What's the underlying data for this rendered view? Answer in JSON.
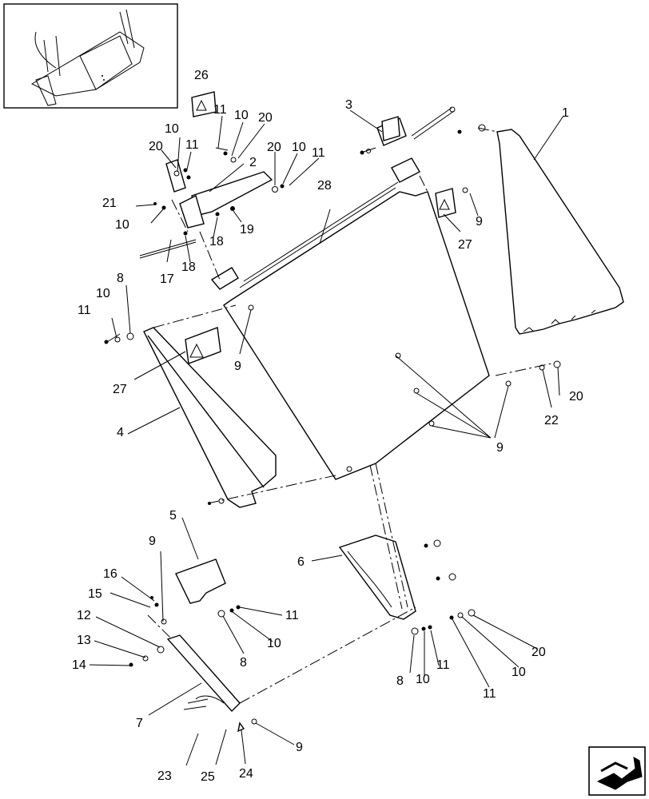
{
  "callouts": [
    {
      "id": "c1",
      "text": "1"
    },
    {
      "id": "c2",
      "text": "2"
    },
    {
      "id": "c3",
      "text": "3"
    },
    {
      "id": "c4",
      "text": "4"
    },
    {
      "id": "c5",
      "text": "5"
    },
    {
      "id": "c6",
      "text": "6"
    },
    {
      "id": "c7",
      "text": "7"
    },
    {
      "id": "c8a",
      "text": "8"
    },
    {
      "id": "c8b",
      "text": "8"
    },
    {
      "id": "c8c",
      "text": "8"
    },
    {
      "id": "c9a",
      "text": "9"
    },
    {
      "id": "c9b",
      "text": "9"
    },
    {
      "id": "c9c",
      "text": "9"
    },
    {
      "id": "c9d",
      "text": "9"
    },
    {
      "id": "c9e",
      "text": "9"
    },
    {
      "id": "c10a",
      "text": "10"
    },
    {
      "id": "c10b",
      "text": "10"
    },
    {
      "id": "c10c",
      "text": "10"
    },
    {
      "id": "c10d",
      "text": "10"
    },
    {
      "id": "c10e",
      "text": "10"
    },
    {
      "id": "c10f",
      "text": "10"
    },
    {
      "id": "c10g",
      "text": "10"
    },
    {
      "id": "c10h",
      "text": "10"
    },
    {
      "id": "c11a",
      "text": "11"
    },
    {
      "id": "c11b",
      "text": "11"
    },
    {
      "id": "c11c",
      "text": "11"
    },
    {
      "id": "c11d",
      "text": "11"
    },
    {
      "id": "c11e",
      "text": "11"
    },
    {
      "id": "c11f",
      "text": "11"
    },
    {
      "id": "c11g",
      "text": "11"
    },
    {
      "id": "c12",
      "text": "12"
    },
    {
      "id": "c13",
      "text": "13"
    },
    {
      "id": "c14",
      "text": "14"
    },
    {
      "id": "c15",
      "text": "15"
    },
    {
      "id": "c16",
      "text": "16"
    },
    {
      "id": "c17",
      "text": "17"
    },
    {
      "id": "c18a",
      "text": "18"
    },
    {
      "id": "c18b",
      "text": "18"
    },
    {
      "id": "c19",
      "text": "19"
    },
    {
      "id": "c20a",
      "text": "20"
    },
    {
      "id": "c20b",
      "text": "20"
    },
    {
      "id": "c20c",
      "text": "20"
    },
    {
      "id": "c20d",
      "text": "20"
    },
    {
      "id": "c20e",
      "text": "20"
    },
    {
      "id": "c21",
      "text": "21"
    },
    {
      "id": "c22",
      "text": "22"
    },
    {
      "id": "c23",
      "text": "23"
    },
    {
      "id": "c24",
      "text": "24"
    },
    {
      "id": "c25",
      "text": "25"
    },
    {
      "id": "c26",
      "text": "26"
    },
    {
      "id": "c27a",
      "text": "27"
    },
    {
      "id": "c27b",
      "text": "27"
    },
    {
      "id": "c28",
      "text": "28"
    }
  ],
  "icons": {
    "overview": "overview-thumbnail",
    "nav": "next-page-arrow-icon",
    "warning": "warning-decal-icon"
  }
}
